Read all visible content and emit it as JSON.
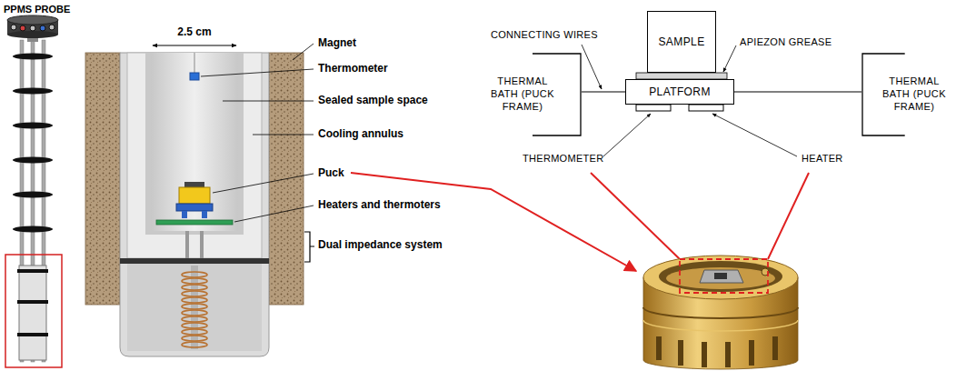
{
  "diagram": {
    "nodes": [
      {
        "text": [
          "SAMPLE"
        ]
      },
      {
        "text": [
          "THERMAL BATH (PUCK FRAME)"
        ]
      },
      {
        "text": [
          "PLATFORM"
        ]
      },
      {
        "text": [
          "THERMAL BATH (PUCK FRAME)"
        ]
      }
    ],
    "edges": [
      {
        "from": 2,
        "to": 1,
        "arrow": "none"
      },
      {
        "from": 2,
        "to": 3,
        "arrow": "none"
      }
    ],
    "labels": [
      "PPMS PROBE",
      "2.5 cm",
      "Magnet",
      "Thermometer",
      "Sealed sample space",
      "Cooling annulus",
      "Puck",
      "Heaters and thermoters",
      "Dual impedance system",
      "CONNECTING WIRES",
      "APIEZON GREASE",
      "THERMOMETER",
      "HEATER"
    ]
  }
}
